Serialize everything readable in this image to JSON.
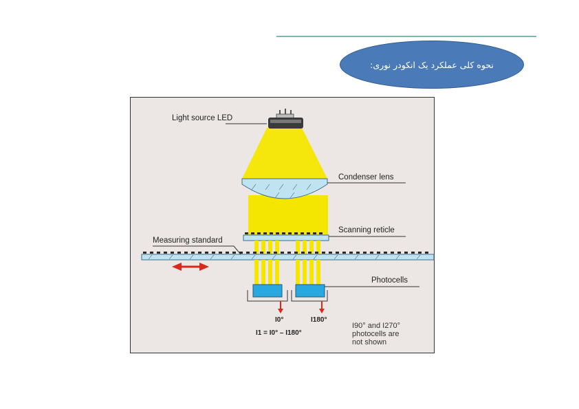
{
  "title": "نحوه کلی عملکرد یک انکودر نوری:",
  "labels": {
    "light_source": "Light source LED",
    "condenser": "Condenser lens",
    "reticle": "Scanning reticle",
    "measuring": "Measuring standard",
    "photocells": "Photocells",
    "i0": "I0°",
    "i180": "I180°",
    "formula": "I1 = I0° – I180°",
    "note": "I90° and I270°\nphotocells are\nnot shown"
  },
  "colors": {
    "light_beam": "#f5e600",
    "photocell": "#29a8e0",
    "arrow": "#d9291c",
    "title_fill": "#4a7bb8"
  }
}
